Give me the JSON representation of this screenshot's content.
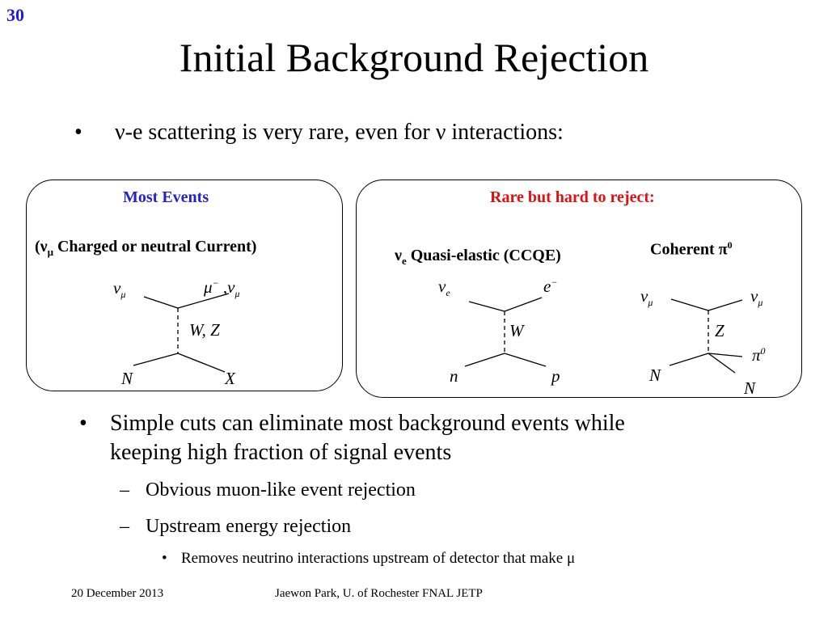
{
  "slide_number": "30",
  "title": "Initial Background Rejection",
  "bullet_top": {
    "marker": "•",
    "nu1": "ν",
    "text_mid": "-e scattering is very rare, even for ",
    "nu2": "ν",
    "text_end": " interactions:"
  },
  "left_panel": {
    "heading": "Most Events",
    "heading_color": "#2323cc",
    "subheading_open": "(",
    "subheading_nu": "ν",
    "subheading_mu": "μ",
    "subheading_rest": " Charged or neutral Current)",
    "diagram": {
      "top_left": "ν",
      "top_left_sub": "μ",
      "top_right_a": "μ",
      "top_right_a_sup": "−",
      "top_right_sep": " ,",
      "top_right_b": "ν",
      "top_right_b_sub": "μ",
      "boson": "W, Z",
      "bottom_left": "N",
      "bottom_right": "X"
    }
  },
  "right_panel": {
    "heading": "Rare but hard to reject:",
    "heading_color": "#dd1111",
    "ccqe": {
      "label_nu": "ν",
      "label_sub": "e",
      "label_rest": " Quasi-elastic (CCQE)",
      "top_left": "ν",
      "top_left_sub": "e",
      "top_right": "e",
      "top_right_sup": "−",
      "boson": "W",
      "bottom_left": "n",
      "bottom_right": "p"
    },
    "coherent": {
      "label_text": "Coherent ",
      "label_pi": "π",
      "label_sup": "0",
      "top_left": "ν",
      "top_left_sub": "μ",
      "top_right": "ν",
      "top_right_sub": "μ",
      "boson": "Z",
      "pion": "π",
      "pion_sup": "0",
      "bottom_left": "N",
      "bottom_right": "N"
    }
  },
  "bullets": {
    "main_marker": "•",
    "main_line1": "Simple cuts can eliminate most background events while",
    "main_line2": "keeping high fraction of signal events",
    "dash": "–",
    "sub1": "Obvious muon-like event rejection",
    "sub2": "Upstream energy rejection",
    "small_marker": "•",
    "subsub_text": "Removes neutrino interactions upstream of detector that make ",
    "subsub_mu": "μ"
  },
  "footer": {
    "date": "20 December 2013",
    "author": "Jaewon Park, U. of Rochester  FNAL JETP"
  }
}
